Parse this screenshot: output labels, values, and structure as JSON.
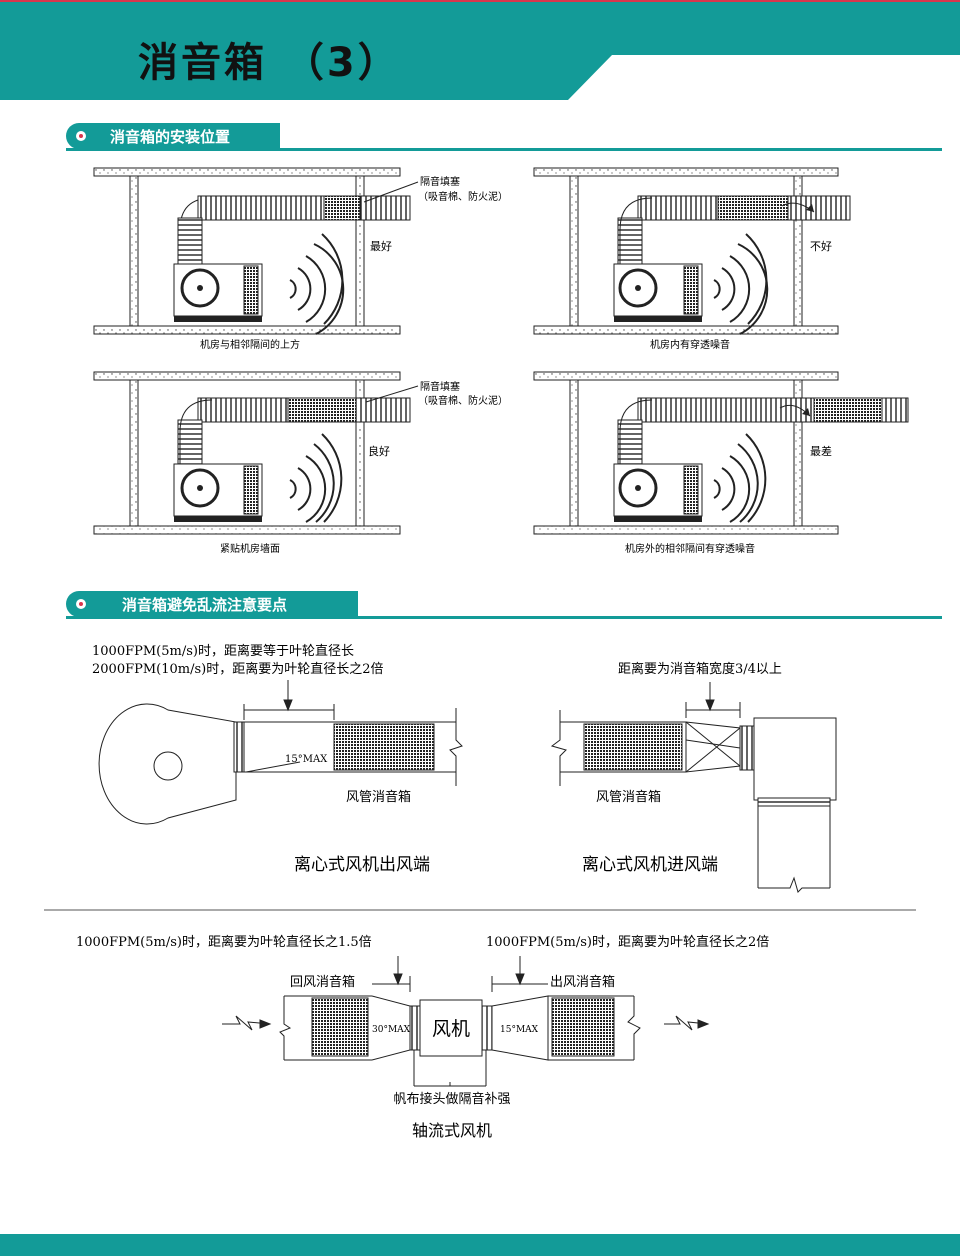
{
  "page": {
    "title": "消音箱 （3）"
  },
  "section1": {
    "title": "消音箱的安装位置",
    "panels": [
      {
        "caption": "机房与相邻隔间的上方",
        "rating": "最好",
        "note_line1": "隔音填塞",
        "note_line2": "（吸音棉、防火泥）"
      },
      {
        "caption": "机房内有穿透噪音",
        "rating": "不好"
      },
      {
        "caption": "紧贴机房墙面",
        "rating": "良好",
        "note_line1": "隔音填塞",
        "note_line2": "（吸音棉、防火泥）"
      },
      {
        "caption": "机房外的相邻隔间有穿透噪音",
        "rating": "最差"
      }
    ]
  },
  "section2": {
    "title": "消音箱避免乱流注意要点",
    "outlet": {
      "note_line1": "1000FPM(5m/s)时，距离要等于叶轮直径长",
      "note_line2": "2000FPM(10m/s)时，距离要为叶轮直径长之2倍",
      "angle": "15°MAX",
      "box_label": "风管消音箱",
      "caption": "离心式风机出风端"
    },
    "inlet": {
      "note": "距离要为消音箱宽度3/4以上",
      "box_label": "风管消音箱",
      "caption": "离心式风机进风端"
    },
    "axial": {
      "note_left": "1000FPM(5m/s)时，距离要为叶轮直径长之1.5倍",
      "note_right": "1000FPM(5m/s)时，距离要为叶轮直径长之2倍",
      "return_label": "回风消音箱",
      "outlet_label": "出风消音箱",
      "fan_label": "风机",
      "angle_left": "30°MAX",
      "angle_right": "15°MAX",
      "joint_note": "帆布接头做隔音补强",
      "caption": "轴流式风机"
    }
  },
  "colors": {
    "accent": "#139b98",
    "bullet": "#d9364d"
  }
}
